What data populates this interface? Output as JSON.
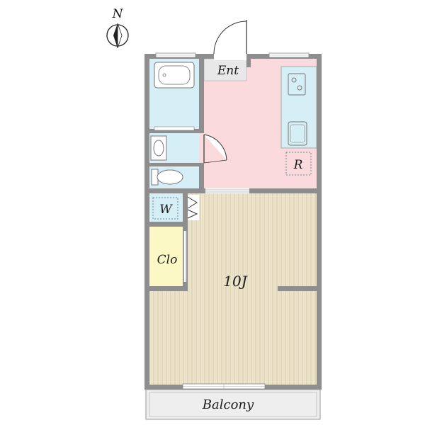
{
  "compass": {
    "north_label": "N"
  },
  "rooms": {
    "entrance": "Ent",
    "refrigerator": "R",
    "washer": "W",
    "closet": "Clo",
    "main_room": "10J",
    "balcony": "Balcony"
  },
  "colors": {
    "wall": "#8e8e8e",
    "kitchen_floor": "#fadadd",
    "wet_area": "#d6eef5",
    "wood_floor": "#efe6cf",
    "closet": "#fbf8c6",
    "balcony": "#eeeeee"
  }
}
